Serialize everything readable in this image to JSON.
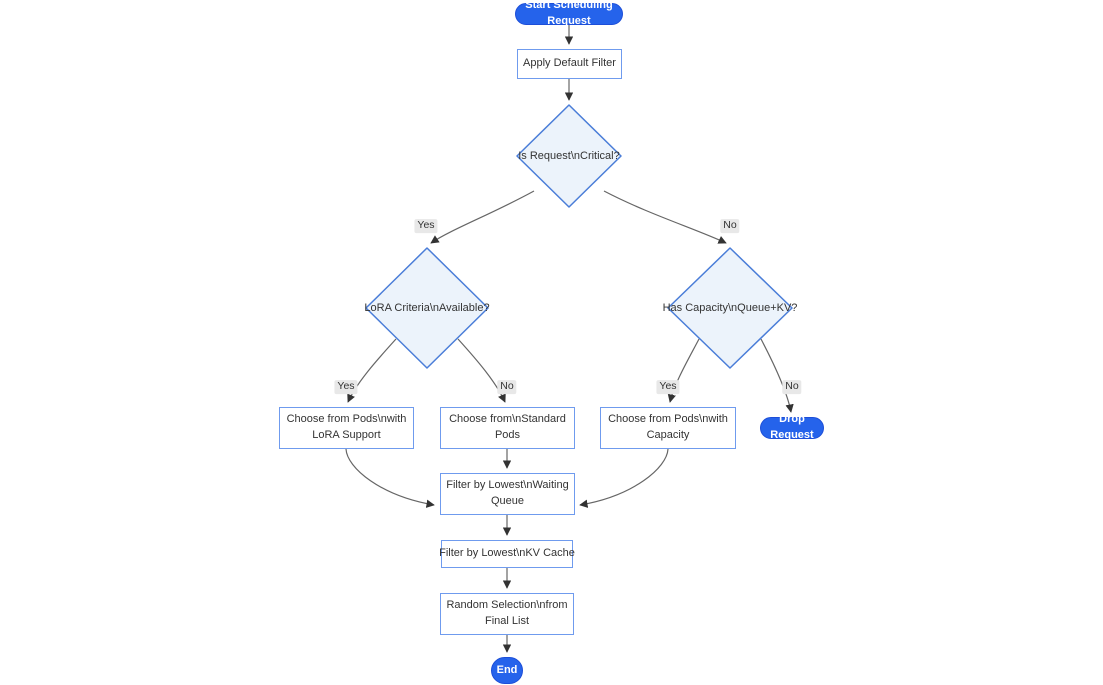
{
  "diagram": {
    "type": "flowchart",
    "nodes": {
      "start": {
        "label": "Start Scheduling Request",
        "shape": "stadium"
      },
      "apply_filter": {
        "label": "Apply Default Filter",
        "shape": "rect"
      },
      "is_critical": {
        "label": "Is Request\\nCritical?",
        "shape": "decision"
      },
      "lora_criteria": {
        "label": "LoRA Criteria\\nAvailable?",
        "shape": "decision"
      },
      "has_capacity": {
        "label": "Has Capacity\\nQueue+KV?",
        "shape": "decision"
      },
      "choose_lora": {
        "label": "Choose from Pods\\nwith LoRA Support",
        "shape": "rect"
      },
      "choose_standard": {
        "label": "Choose from\\nStandard Pods",
        "shape": "rect"
      },
      "choose_capacity": {
        "label": "Choose from Pods\\nwith Capacity",
        "shape": "rect"
      },
      "drop_request": {
        "label": "Drop Request",
        "shape": "stadium"
      },
      "filter_waiting": {
        "label": "Filter by Lowest\\nWaiting Queue",
        "shape": "rect"
      },
      "filter_kv": {
        "label": "Filter by Lowest\\nKV Cache",
        "shape": "rect"
      },
      "random_selection": {
        "label": "Random Selection\\nfrom Final List",
        "shape": "rect"
      },
      "end": {
        "label": "End",
        "shape": "stadium"
      }
    },
    "edge_labels": {
      "yes": "Yes",
      "no": "No"
    },
    "edges": [
      {
        "from": "start",
        "to": "apply_filter"
      },
      {
        "from": "apply_filter",
        "to": "is_critical"
      },
      {
        "from": "is_critical",
        "to": "lora_criteria",
        "label": "Yes"
      },
      {
        "from": "is_critical",
        "to": "has_capacity",
        "label": "No"
      },
      {
        "from": "lora_criteria",
        "to": "choose_lora",
        "label": "Yes"
      },
      {
        "from": "lora_criteria",
        "to": "choose_standard",
        "label": "No"
      },
      {
        "from": "has_capacity",
        "to": "choose_capacity",
        "label": "Yes"
      },
      {
        "from": "has_capacity",
        "to": "drop_request",
        "label": "No"
      },
      {
        "from": "choose_lora",
        "to": "filter_waiting"
      },
      {
        "from": "choose_standard",
        "to": "filter_waiting"
      },
      {
        "from": "choose_capacity",
        "to": "filter_waiting"
      },
      {
        "from": "filter_waiting",
        "to": "filter_kv"
      },
      {
        "from": "filter_kv",
        "to": "random_selection"
      },
      {
        "from": "random_selection",
        "to": "end"
      }
    ]
  },
  "colors": {
    "accent": "#2563eb",
    "accent-border": "#1d4ed8",
    "node-border": "#6f9bee",
    "decision-fill": "#ecf3fb",
    "decision-border": "#4a7dd8",
    "edge": "#666666",
    "arrow": "#333333",
    "text": "#333333",
    "label-bg": "#e8e8e8"
  }
}
